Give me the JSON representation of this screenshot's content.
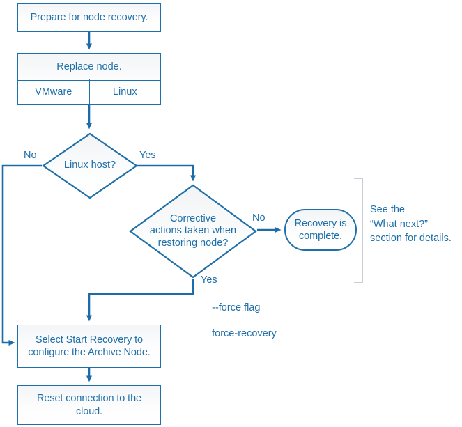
{
  "diagram": {
    "title": "Node recovery flowchart",
    "accent_color": "#1f6fa8",
    "text_color": "#1f6fa8",
    "bracket_color": "#c9ccd0",
    "nodes": {
      "prepare": "Prepare for node recovery.",
      "replace": "Replace node.",
      "replace_option_vmware": "VMware",
      "replace_option_linux": "Linux",
      "linux_host_decision": "Linux host?",
      "corrective_decision": "Corrective\nactions taken when\nrestoring node?",
      "recovery_complete": "Recovery is\ncomplete.",
      "select_start_recovery": "Select Start Recovery to\nconfigure the Archive Node.",
      "reset_connection": "Reset connection to the\ncloud."
    },
    "edge_labels": {
      "linux_host_no": "No",
      "linux_host_yes": "Yes",
      "corrective_no": "No",
      "corrective_yes": "Yes",
      "force_flag_line1": "--force flag",
      "force_flag_line2": "force-recovery"
    },
    "annotations": {
      "what_next_note": "See the\n“What next?”\nsection for details."
    }
  }
}
